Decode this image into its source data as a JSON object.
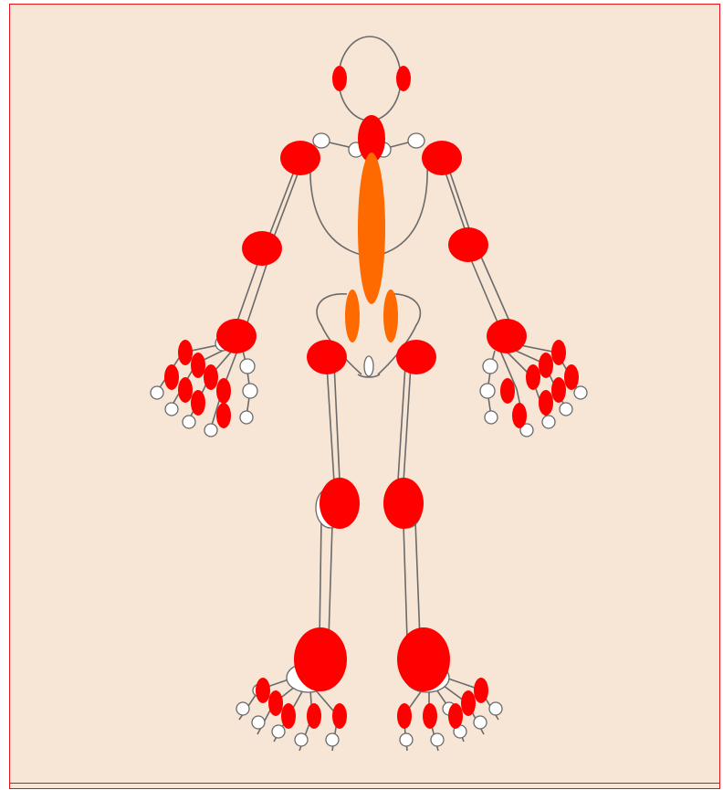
{
  "colors": {
    "background": "#f7e6d6",
    "frame_border": "#e0121a",
    "bone_stroke": "#6a6a6a",
    "joint_open_fill": "#ffffff",
    "joint_active": "#ff0000",
    "spine_active": "#ff6a00"
  },
  "diagram": {
    "kind": "joint-map",
    "active_joint_color_name": "red",
    "spine_color_name": "orange",
    "regions_marked_red": [
      "ears",
      "neck",
      "shoulders",
      "elbows",
      "wrists",
      "finger-joints",
      "hips",
      "knees",
      "ankles",
      "toe-joints"
    ],
    "regions_marked_orange": [
      "spine",
      "sacroiliac-joints"
    ],
    "unmarked_joints": [
      "sternoclavicular",
      "acromioclavicular",
      "distal-finger-joints",
      "distal-toe-joints",
      "pubic-symphysis"
    ]
  }
}
